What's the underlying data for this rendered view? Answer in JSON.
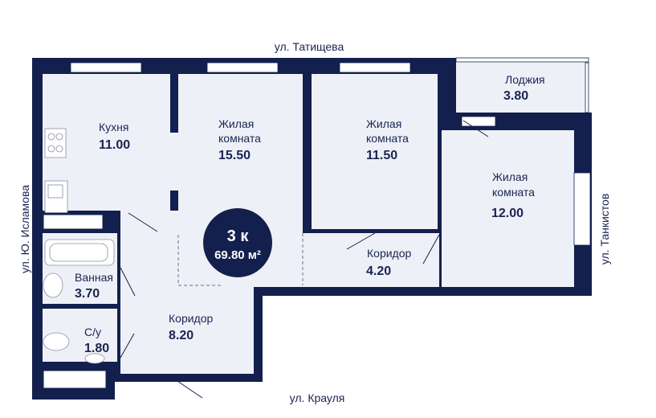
{
  "streets": {
    "top": "ул. Татищева",
    "bottom": "ул. Крауля",
    "left": "ул. Ю. Исламова",
    "right": "ул. Танкистов"
  },
  "badge": {
    "rooms": "3 к",
    "area": "69.80 м²"
  },
  "rooms": [
    {
      "name": "Кухня",
      "area": "11.00"
    },
    {
      "name_line1": "Жилая",
      "name_line2": "комната",
      "area": "15.50"
    },
    {
      "name_line1": "Жилая",
      "name_line2": "комната",
      "area": "11.50"
    },
    {
      "name": "Лоджия",
      "area": "3.80"
    },
    {
      "name_line1": "Жилая",
      "name_line2": "комната",
      "area": "12.00"
    },
    {
      "name": "Коридор",
      "area": "4.20"
    },
    {
      "name": "Ванная",
      "area": "3.70"
    },
    {
      "name": "С/у",
      "area": "1.80"
    },
    {
      "name": "Коридор",
      "area": "8.20"
    }
  ],
  "colors": {
    "wall": "#13204d",
    "floor": "#eef0f7"
  }
}
